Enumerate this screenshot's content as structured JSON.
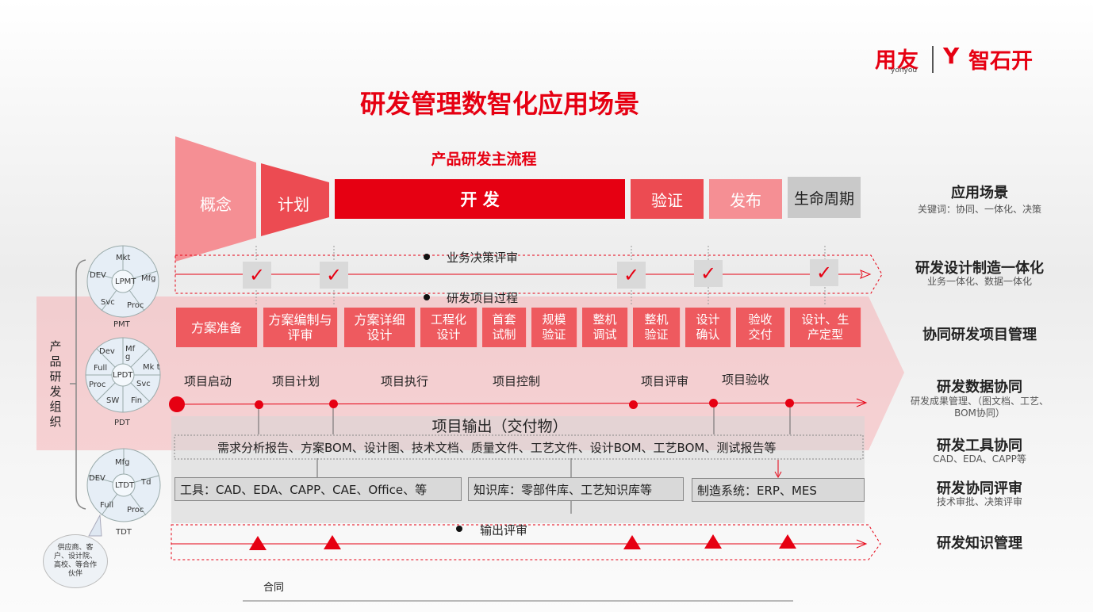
{
  "title": "研发管理数智化应用场景",
  "logo": {
    "brand": "用友",
    "brand_sub": "yonyou",
    "partner": "智石开"
  },
  "main_flow_title": "产品研发主流程",
  "phases": [
    "概念",
    "计划",
    "开 发",
    "验证",
    "发布",
    "生命周期"
  ],
  "review_rows": {
    "decision": "业务决策评审",
    "process": "研发项目过程",
    "output": "输出评审"
  },
  "process_boxes": [
    "方案准备",
    "方案编制与评审",
    "方案详细设计",
    "工程化设计",
    "首套试制",
    "规模验证",
    "整机调试",
    "整机验证",
    "设计确认",
    "验收交付",
    "设计、生产定型"
  ],
  "milestones": [
    "项目启动",
    "项目计划",
    "项目执行",
    "项目控制",
    "项目评审",
    "项目验收"
  ],
  "deliverables": {
    "title": "项目输出（交付物）",
    "items": "需求分析报告、方案BOM、设计图、技术文档、质量文件、工艺文件、设计BOM、工艺BOM、测试报告等"
  },
  "tools": [
    "工具：CAD、EDA、CAPP、CAE、Office、等",
    "知识库：零部件库、工艺知识库等",
    "制造系统：ERP、MES"
  ],
  "contract": "合同",
  "org": {
    "label": "产品研发组织",
    "pmt": {
      "center": "LPMT",
      "name": "PMT",
      "segments": [
        "Mkt",
        "Mfg",
        "Proc",
        "Svc",
        "DEV"
      ]
    },
    "pdt": {
      "center": "LPDT",
      "name": "PDT",
      "segments": [
        "Mf g",
        "Mk t",
        "Svc",
        "Fin",
        "SW",
        "Proc",
        "Full",
        "Dev"
      ]
    },
    "tdt": {
      "center": "LTDT",
      "name": "TDT",
      "segments": [
        "Mfg",
        "Td",
        "Proc",
        "Full",
        "DEV"
      ]
    },
    "partners": "供应商、客户、设计院、高校、等合作伙伴"
  },
  "right_panel": [
    {
      "title": "应用场景",
      "sub": "关键词：协同、一体化、决策"
    },
    {
      "title": "研发设计制造一体化",
      "sub": "业务一体化、数据一体化"
    },
    {
      "title": "协同研发项目管理",
      "sub": ""
    },
    {
      "title": "研发数据协同",
      "sub": "研发成果管理、（图文档、工艺、BOM协同）"
    },
    {
      "title": "研发工具协同",
      "sub": "CAD、EDA、CAPP等"
    },
    {
      "title": "研发协同评审",
      "sub": "技术审批、决策评审"
    },
    {
      "title": "研发知识管理",
      "sub": ""
    }
  ],
  "colors": {
    "brand_red": "#e60012",
    "light_red": "#f58f94",
    "mid_red": "#ee5a5f",
    "grey": "#d0d0d0"
  }
}
